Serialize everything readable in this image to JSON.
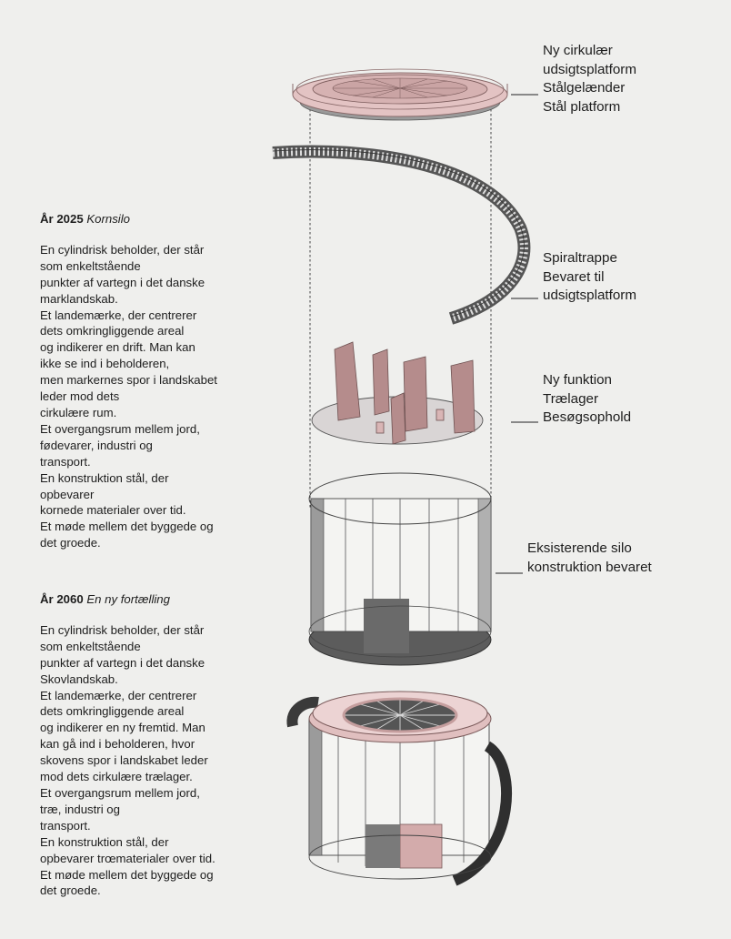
{
  "era_2025": {
    "year": "År 2025",
    "subtitle": "Kornsilo",
    "lines": [
      "En cylindrisk beholder, der står",
      "som enkeltstående",
      "punkter af vartegn i det danske",
      "marklandskab.",
      "Et landemærke, der centrerer",
      "dets omkringliggende areal",
      "og indikerer en drift. Man kan",
      "ikke se ind i beholderen,",
      "men markernes spor i landskabet",
      "leder mod dets",
      "cirkulære rum.",
      "Et overgangsrum mellem jord,",
      "fødevarer, industri og",
      "transport.",
      "En konstruktion stål, der",
      "opbevarer",
      "kornede materialer over tid.",
      "Et møde mellem det byggede og",
      "det groede."
    ]
  },
  "era_2060": {
    "year": "År 2060",
    "subtitle": "En ny fortælling",
    "lines": [
      "En cylindrisk beholder, der står",
      "som enkeltstående",
      "punkter af vartegn i det danske",
      "Skovlandskab.",
      "Et landemærke, der centrerer",
      "dets omkringliggende areal",
      "og indikerer en ny fremtid. Man",
      "kan gå ind i beholderen, hvor",
      "skovens spor i landskabet leder",
      "mod dets cirkulære trælager.",
      "Et overgangsrum mellem jord,",
      "træ, industri og",
      "transport.",
      "En konstruktion stål, der",
      "opbevarer trœmaterialer over tid.",
      "Et møde mellem det byggede og",
      "det groede."
    ]
  },
  "labels": {
    "platform": [
      "Ny cirkulær",
      "udsigtsplatform",
      "Stålgelænder",
      "Stål platform"
    ],
    "stairs": [
      "Spiraltrappe",
      "Bevaret til",
      "udsigtsplatform"
    ],
    "function": [
      "Ny funktion",
      "Trælager",
      "Besøgsophold"
    ],
    "silo": [
      "Eksisterende silo",
      "konstruktion bevaret"
    ]
  },
  "colors": {
    "background": "#efefed",
    "rose": "#c9a3a3",
    "rose_dark": "#a57f80",
    "steel": "#8f8f8f",
    "steel_dark": "#5a5a5a",
    "white_panel": "#f7f7f5"
  }
}
